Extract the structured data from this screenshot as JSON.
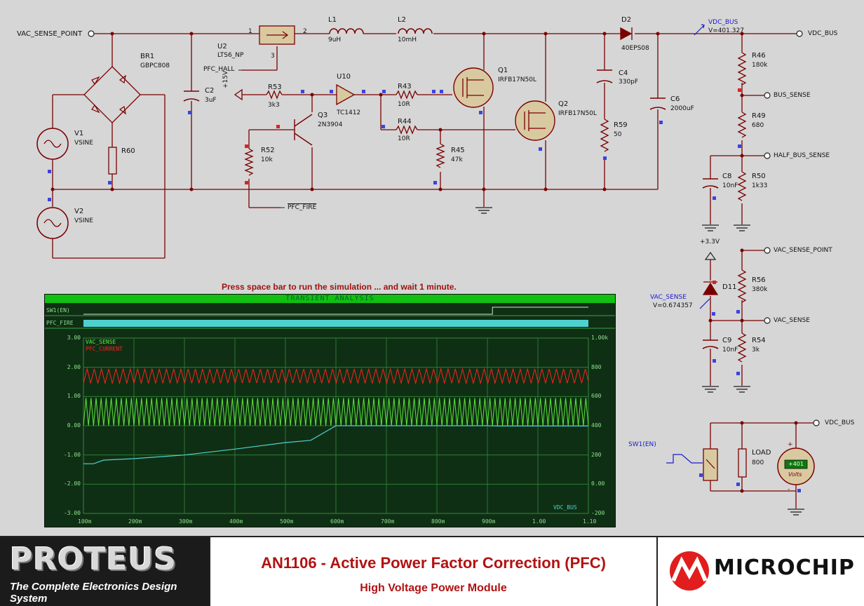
{
  "instruction": "Press space bar to run the simulation ... and wait 1 minute.",
  "title_block": {
    "brand": "PROTEUS",
    "brand_sub": "The Complete Electronics Design System",
    "doc_title": "AN1106 - Active Power Factor Correction (PFC)",
    "doc_subtitle": "High Voltage Power Module",
    "vendor": "MICROCHIP"
  },
  "components": {
    "br1": {
      "ref": "BR1",
      "value": "GBPC808"
    },
    "c2": {
      "ref": "C2",
      "value": "3uF"
    },
    "u2": {
      "ref": "U2",
      "value": "LTS6_NP",
      "pin1": "1",
      "pin2": "2",
      "pin3": "3"
    },
    "l1": {
      "ref": "L1",
      "value": "9uH"
    },
    "l2": {
      "ref": "L2",
      "value": "10mH"
    },
    "d2": {
      "ref": "D2",
      "value": "40EPS08"
    },
    "u10": {
      "ref": "U10",
      "value": "TC1412"
    },
    "r53": {
      "ref": "R53",
      "value": "3k3"
    },
    "q3": {
      "ref": "Q3",
      "value": "2N3904"
    },
    "r52": {
      "ref": "R52",
      "value": "10k"
    },
    "r43": {
      "ref": "R43",
      "value": "10R"
    },
    "r44": {
      "ref": "R44",
      "value": "10R"
    },
    "r45": {
      "ref": "R45",
      "value": "47k"
    },
    "q1": {
      "ref": "Q1",
      "value": "IRFB17N50L"
    },
    "q2": {
      "ref": "Q2",
      "value": "IRFB17N50L"
    },
    "c4": {
      "ref": "C4",
      "value": "330pF"
    },
    "r59": {
      "ref": "R59",
      "value": "50"
    },
    "c6": {
      "ref": "C6",
      "value": "2000uF"
    },
    "v1": {
      "ref": "V1",
      "value": "VSINE"
    },
    "v2": {
      "ref": "V2",
      "value": "VSINE"
    },
    "r60": {
      "ref": "R60",
      "value": ""
    },
    "r46": {
      "ref": "R46",
      "value": "180k"
    },
    "r49": {
      "ref": "R49",
      "value": "680"
    },
    "r50": {
      "ref": "R50",
      "value": "1k33"
    },
    "c8": {
      "ref": "C8",
      "value": "10nF"
    },
    "d11": {
      "ref": "D11",
      "value": ""
    },
    "r56": {
      "ref": "R56",
      "value": "380k"
    },
    "c9": {
      "ref": "C9",
      "value": "10nF"
    },
    "r54": {
      "ref": "R54",
      "value": "3k"
    },
    "load": {
      "ref": "LOAD",
      "value": "800"
    },
    "sw1": {
      "ref": "SW1(EN)"
    }
  },
  "terminals": {
    "vac_sense_point": "VAC_SENSE_POINT",
    "pfc_hall": "PFC_HALL",
    "plus15v": "+15V",
    "pfc_fire": "PFC_FIRE",
    "vdc_bus": "VDC_BUS",
    "bus_sense": "BUS_SENSE",
    "half_bus_sense": "HALF_BUS_SENSE",
    "plus3v3": "+3.3V",
    "vac_sense_point_r": "VAC_SENSE_POINT",
    "vac_sense": "VAC_SENSE",
    "vdc_bus_r": "VDC_BUS"
  },
  "probes": {
    "vdc_bus": {
      "name": "VDC_BUS",
      "reading": "V=401.327"
    },
    "vac_sense": {
      "name": "VAC_SENSE",
      "reading": "V=0.674357"
    }
  },
  "voltmeter": {
    "display": "+401",
    "unit": "Volts",
    "plus": "+",
    "minus": "-"
  },
  "graph": {
    "title": "TRANSIENT ANALYSIS",
    "digital_traces": [
      "SW1(EN)",
      "PFC_FIRE"
    ],
    "series_labels": [
      "VAC_SENSE",
      "PFC_CURRENT"
    ],
    "right_trace_label": "VDC_BUS",
    "left_ticks": [
      "3.00",
      "2.00",
      "1.00",
      "0.00",
      "-1.00",
      "-2.00",
      "-3.00"
    ],
    "right_ticks": [
      "1.00k",
      "800",
      "600",
      "400",
      "200",
      "0.00",
      "-200"
    ],
    "x_ticks": [
      "100m",
      "200m",
      "300m",
      "400m",
      "500m",
      "600m",
      "700m",
      "800m",
      "900m",
      "1.00",
      "1.10"
    ],
    "colors": {
      "background": "#0f2f14",
      "grid": "#2f8a3a",
      "vac_sense": "#5ee83a",
      "pfc_current": "#ff2020",
      "vdc_bus": "#4fd0d0",
      "title_bar": "#11c011"
    }
  },
  "chart_data": {
    "type": "line",
    "title": "TRANSIENT ANALYSIS",
    "xlim": [
      0.1,
      1.1
    ],
    "ylim_left": [
      -3,
      3
    ],
    "ylim_right": [
      -200,
      1000
    ],
    "x_ticks": [
      0.1,
      0.2,
      0.3,
      0.4,
      0.5,
      0.6,
      0.7,
      0.8,
      0.9,
      1.0,
      1.1
    ],
    "series": [
      {
        "name": "VAC_SENSE",
        "axis": "left",
        "kind": "oscillation",
        "min": 0.0,
        "max": 0.95,
        "x_start": 0.1,
        "x_end": 1.1
      },
      {
        "name": "PFC_CURRENT",
        "axis": "left",
        "kind": "oscillation",
        "min": 1.45,
        "max": 1.95,
        "x_start": 0.1,
        "x_end": 1.1
      },
      {
        "name": "VDC_BUS",
        "axis": "right",
        "kind": "line",
        "x": [
          0.1,
          0.12,
          0.14,
          0.2,
          0.3,
          0.4,
          0.5,
          0.55,
          0.6,
          0.7,
          0.8,
          0.9,
          0.92,
          1.0,
          1.1
        ],
        "y": [
          140,
          140,
          165,
          175,
          200,
          240,
          285,
          300,
          400,
          400,
          400,
          400,
          398,
          398,
          398
        ]
      },
      {
        "name": "SW1(EN)",
        "axis": "digital",
        "x": [
          0.1,
          0.91,
          0.91,
          1.1
        ],
        "y": [
          0,
          0,
          1,
          1
        ]
      },
      {
        "name": "PFC_FIRE",
        "axis": "digital",
        "x": [
          0.1,
          1.1
        ],
        "y": [
          1,
          1
        ]
      }
    ]
  }
}
